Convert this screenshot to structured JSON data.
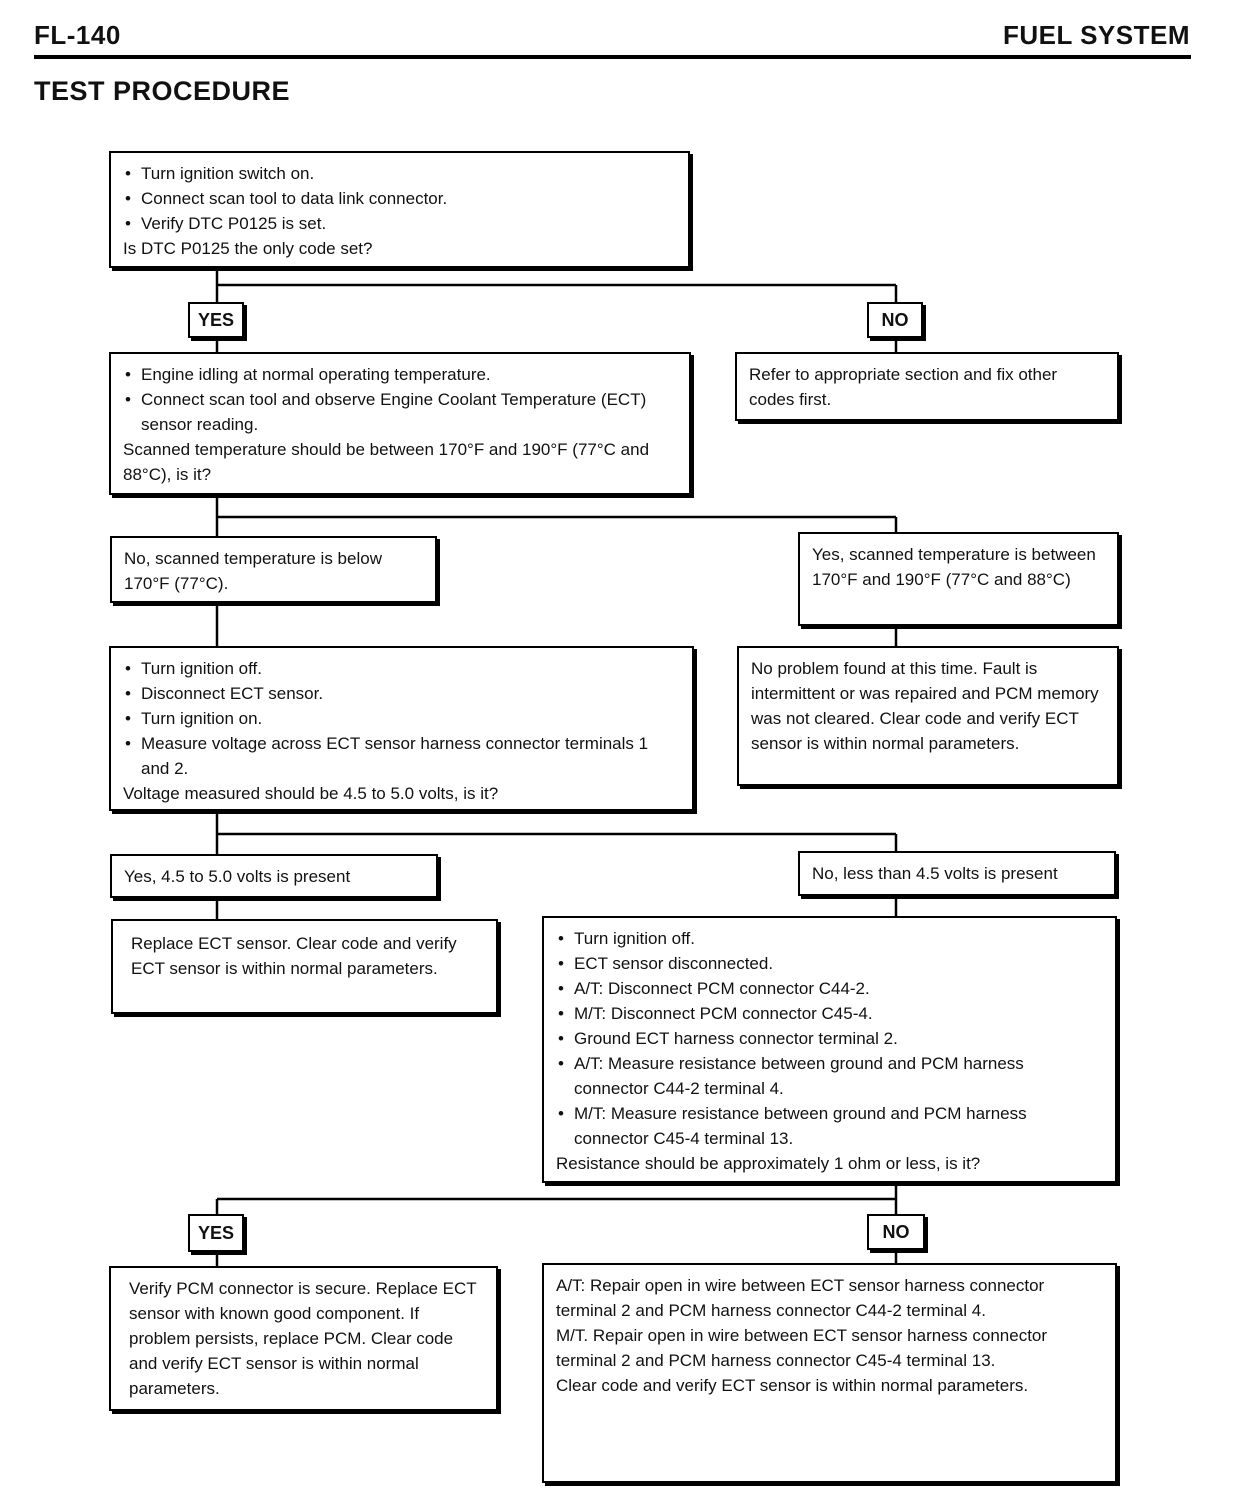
{
  "header": {
    "page_number": "FL-140",
    "section": "FUEL SYSTEM"
  },
  "title": "TEST PROCEDURE",
  "nodes": {
    "step1": {
      "bullets": [
        "Turn ignition switch on.",
        "Connect scan tool to data link connector.",
        "Verify DTC P0125 is set."
      ],
      "question": "Is DTC P0125 the only code set?"
    },
    "yes1": "YES",
    "no1": "NO",
    "no1_action": "Refer to appropriate section and fix other codes first.",
    "step2": {
      "bullets": [
        "Engine idling at normal operating temperature.",
        "Connect scan tool and observe Engine Coolant Temperature (ECT) sensor reading."
      ],
      "question": "Scanned temperature should be between 170°F and 190°F (77°C and 88°C), is it?"
    },
    "step2_no": "No, scanned temperature is below 170°F (77°C).",
    "step2_yes": "Yes, scanned temperature is between 170°F and 190°F (77°C and 88°C)",
    "step2_yes_action": "No problem found at this time. Fault is intermittent or was repaired and PCM memory was not cleared. Clear code and verify ECT sensor is within normal parameters.",
    "step3": {
      "bullets": [
        "Turn ignition off.",
        "Disconnect ECT sensor.",
        "Turn ignition on.",
        "Measure voltage across ECT sensor harness connector terminals 1 and 2."
      ],
      "question": "Voltage measured should be 4.5 to 5.0 volts, is it?"
    },
    "step3_yes": "Yes, 4.5 to 5.0 volts is present",
    "step3_no": "No, less than 4.5 volts is present",
    "step3_yes_action": "Replace ECT sensor. Clear code and verify ECT sensor is within normal parameters.",
    "step4": {
      "bullets": [
        "Turn ignition off.",
        "ECT sensor disconnected.",
        "A/T: Disconnect PCM connector C44-2.",
        "M/T: Disconnect PCM connector C45-4.",
        "Ground ECT harness connector terminal 2.",
        "A/T: Measure resistance between ground and PCM harness connector C44-2 terminal 4.",
        "M/T: Measure resistance between ground and PCM harness connector C45-4 terminal 13."
      ],
      "question": "Resistance should be approximately 1 ohm or less, is it?"
    },
    "yes2": "YES",
    "no2": "NO",
    "yes2_action": "Verify PCM connector is secure. Replace ECT sensor with known good component. If problem persists, replace PCM. Clear code and verify ECT sensor is within normal parameters.",
    "no2_action": {
      "at": "A/T: Repair open in wire between ECT sensor harness connector terminal 2 and PCM harness connector C44-2 terminal 4.",
      "mt": "M/T. Repair open in wire between ECT sensor harness connector terminal 2 and PCM harness connector C45-4 terminal 13.",
      "clear": "Clear code and verify ECT sensor is within normal parameters."
    }
  }
}
